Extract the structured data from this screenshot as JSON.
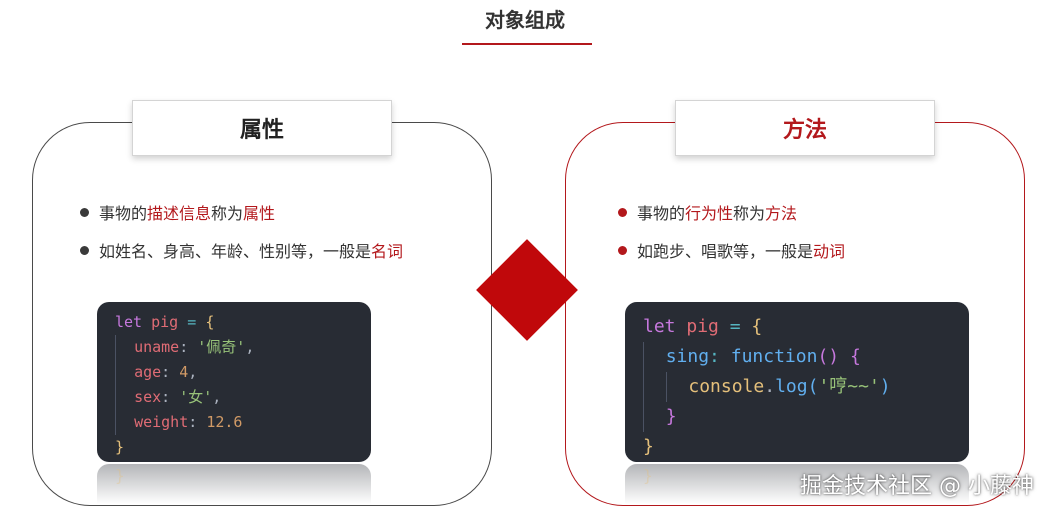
{
  "title": "对象组成",
  "properties": {
    "heading": "属性",
    "bullet1": {
      "a": "事物的",
      "b": "描述信息",
      "c": "称为",
      "d": "属性"
    },
    "bullet2": {
      "a": "如姓名、身高、年龄、性别等，一般是",
      "b": "名词"
    },
    "code": {
      "let": "let",
      "name": "pig",
      "eq": "=",
      "open": "{",
      "k1": "uname",
      "v1": "'佩奇'",
      "k2": "age",
      "v2": "4",
      "k3": "sex",
      "v3": "'女'",
      "k4": "weight",
      "v4": "12.6",
      "close": "}"
    }
  },
  "methods": {
    "heading": "方法",
    "bullet1": {
      "a": "事物的",
      "b": "行为性",
      "c": "称为",
      "d": "方法"
    },
    "bullet2": {
      "a": "如跑步、唱歌等，一般是",
      "b": "动词"
    },
    "code": {
      "let": "let",
      "name": "pig",
      "eq": "=",
      "open": "{",
      "method": "sing",
      "func": "function",
      "parens": "()",
      "fopen": "{",
      "obj": "console",
      "call": "log",
      "arg": "'哼~~'",
      "fclose": "}",
      "close": "}"
    }
  },
  "watermark": "掘金技术社区 @ 小藤神",
  "colors": {
    "accent": "#b3181c",
    "diamond": "#c0080b",
    "code_bg": "#282c34"
  }
}
